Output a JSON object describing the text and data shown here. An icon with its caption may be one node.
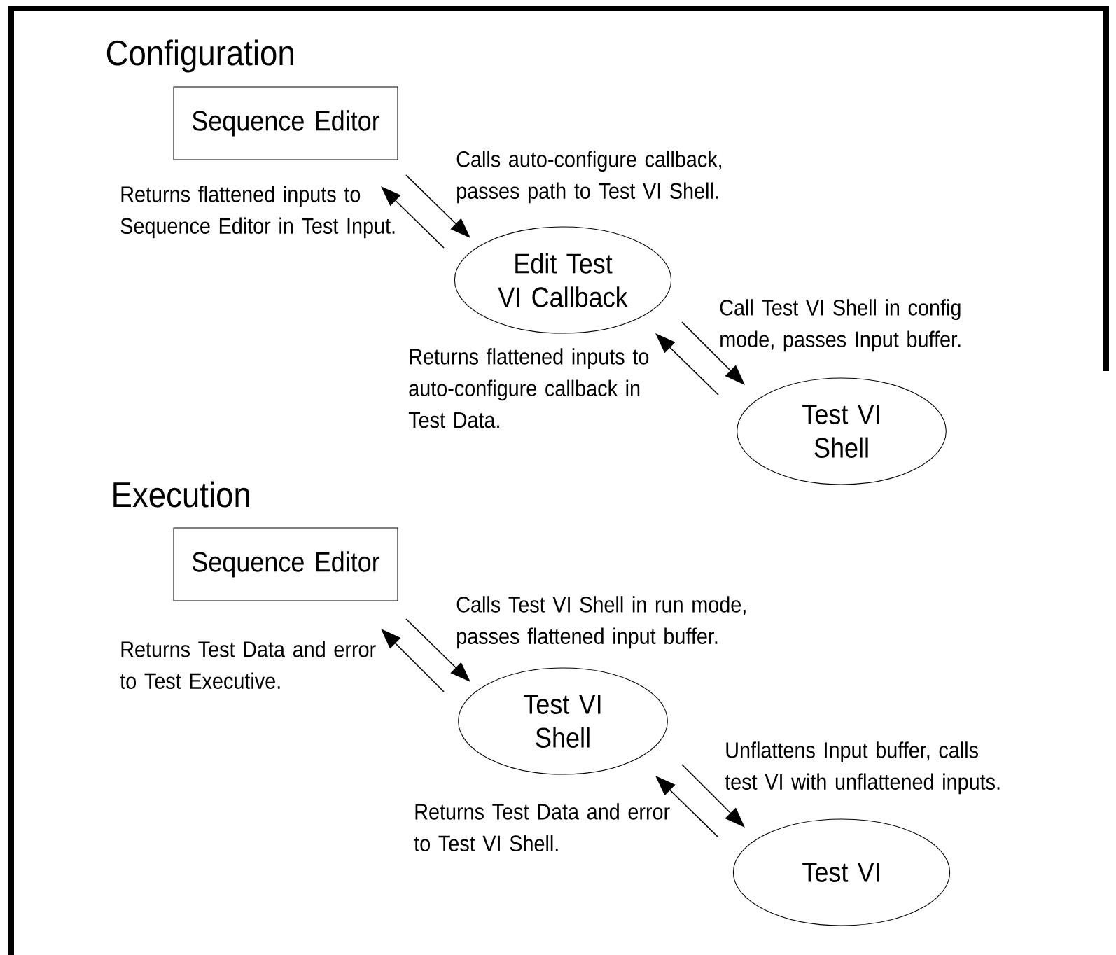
{
  "diagram": {
    "nodes": [
      {
        "text": [
          "Sequence Editor"
        ]
      },
      {
        "text": [
          "Edit Test VI Callback"
        ]
      },
      {
        "text": [
          "Test VI Shell"
        ]
      },
      {
        "text": [
          "Sequence Editor"
        ]
      },
      {
        "text": [
          "Test VI Shell"
        ]
      },
      {
        "text": [
          "Test VI"
        ]
      }
    ],
    "edges": [
      {
        "from": 0,
        "to": 1,
        "arrow": "to",
        "label": "Calls auto-configure callback, passes path to Test VI Shell."
      },
      {
        "from": 1,
        "to": 0,
        "arrow": "to",
        "label": "Returns flattened inputs to Sequence Editor in Test Input."
      },
      {
        "from": 1,
        "to": 2,
        "arrow": "to",
        "label": "Call Test VI Shell in config mode, passes Input buffer."
      },
      {
        "from": 2,
        "to": 1,
        "arrow": "to",
        "label": "Returns flattened inputs to auto-configure callback in Test Data."
      },
      {
        "from": 3,
        "to": 4,
        "arrow": "to",
        "label": "Calls Test VI Shell in run mode, passes flattened input buffer."
      },
      {
        "from": 4,
        "to": 3,
        "arrow": "to",
        "label": "Returns Test Data and error to Test Executive."
      },
      {
        "from": 4,
        "to": 5,
        "arrow": "to",
        "label": "Unflattens Input buffer, calls test VI with unflattened inputs."
      },
      {
        "from": 5,
        "to": 4,
        "arrow": "to",
        "label": "Returns Test Data and error to Test VI Shell."
      }
    ],
    "labels": [
      "Configuration",
      "Execution"
    ]
  }
}
